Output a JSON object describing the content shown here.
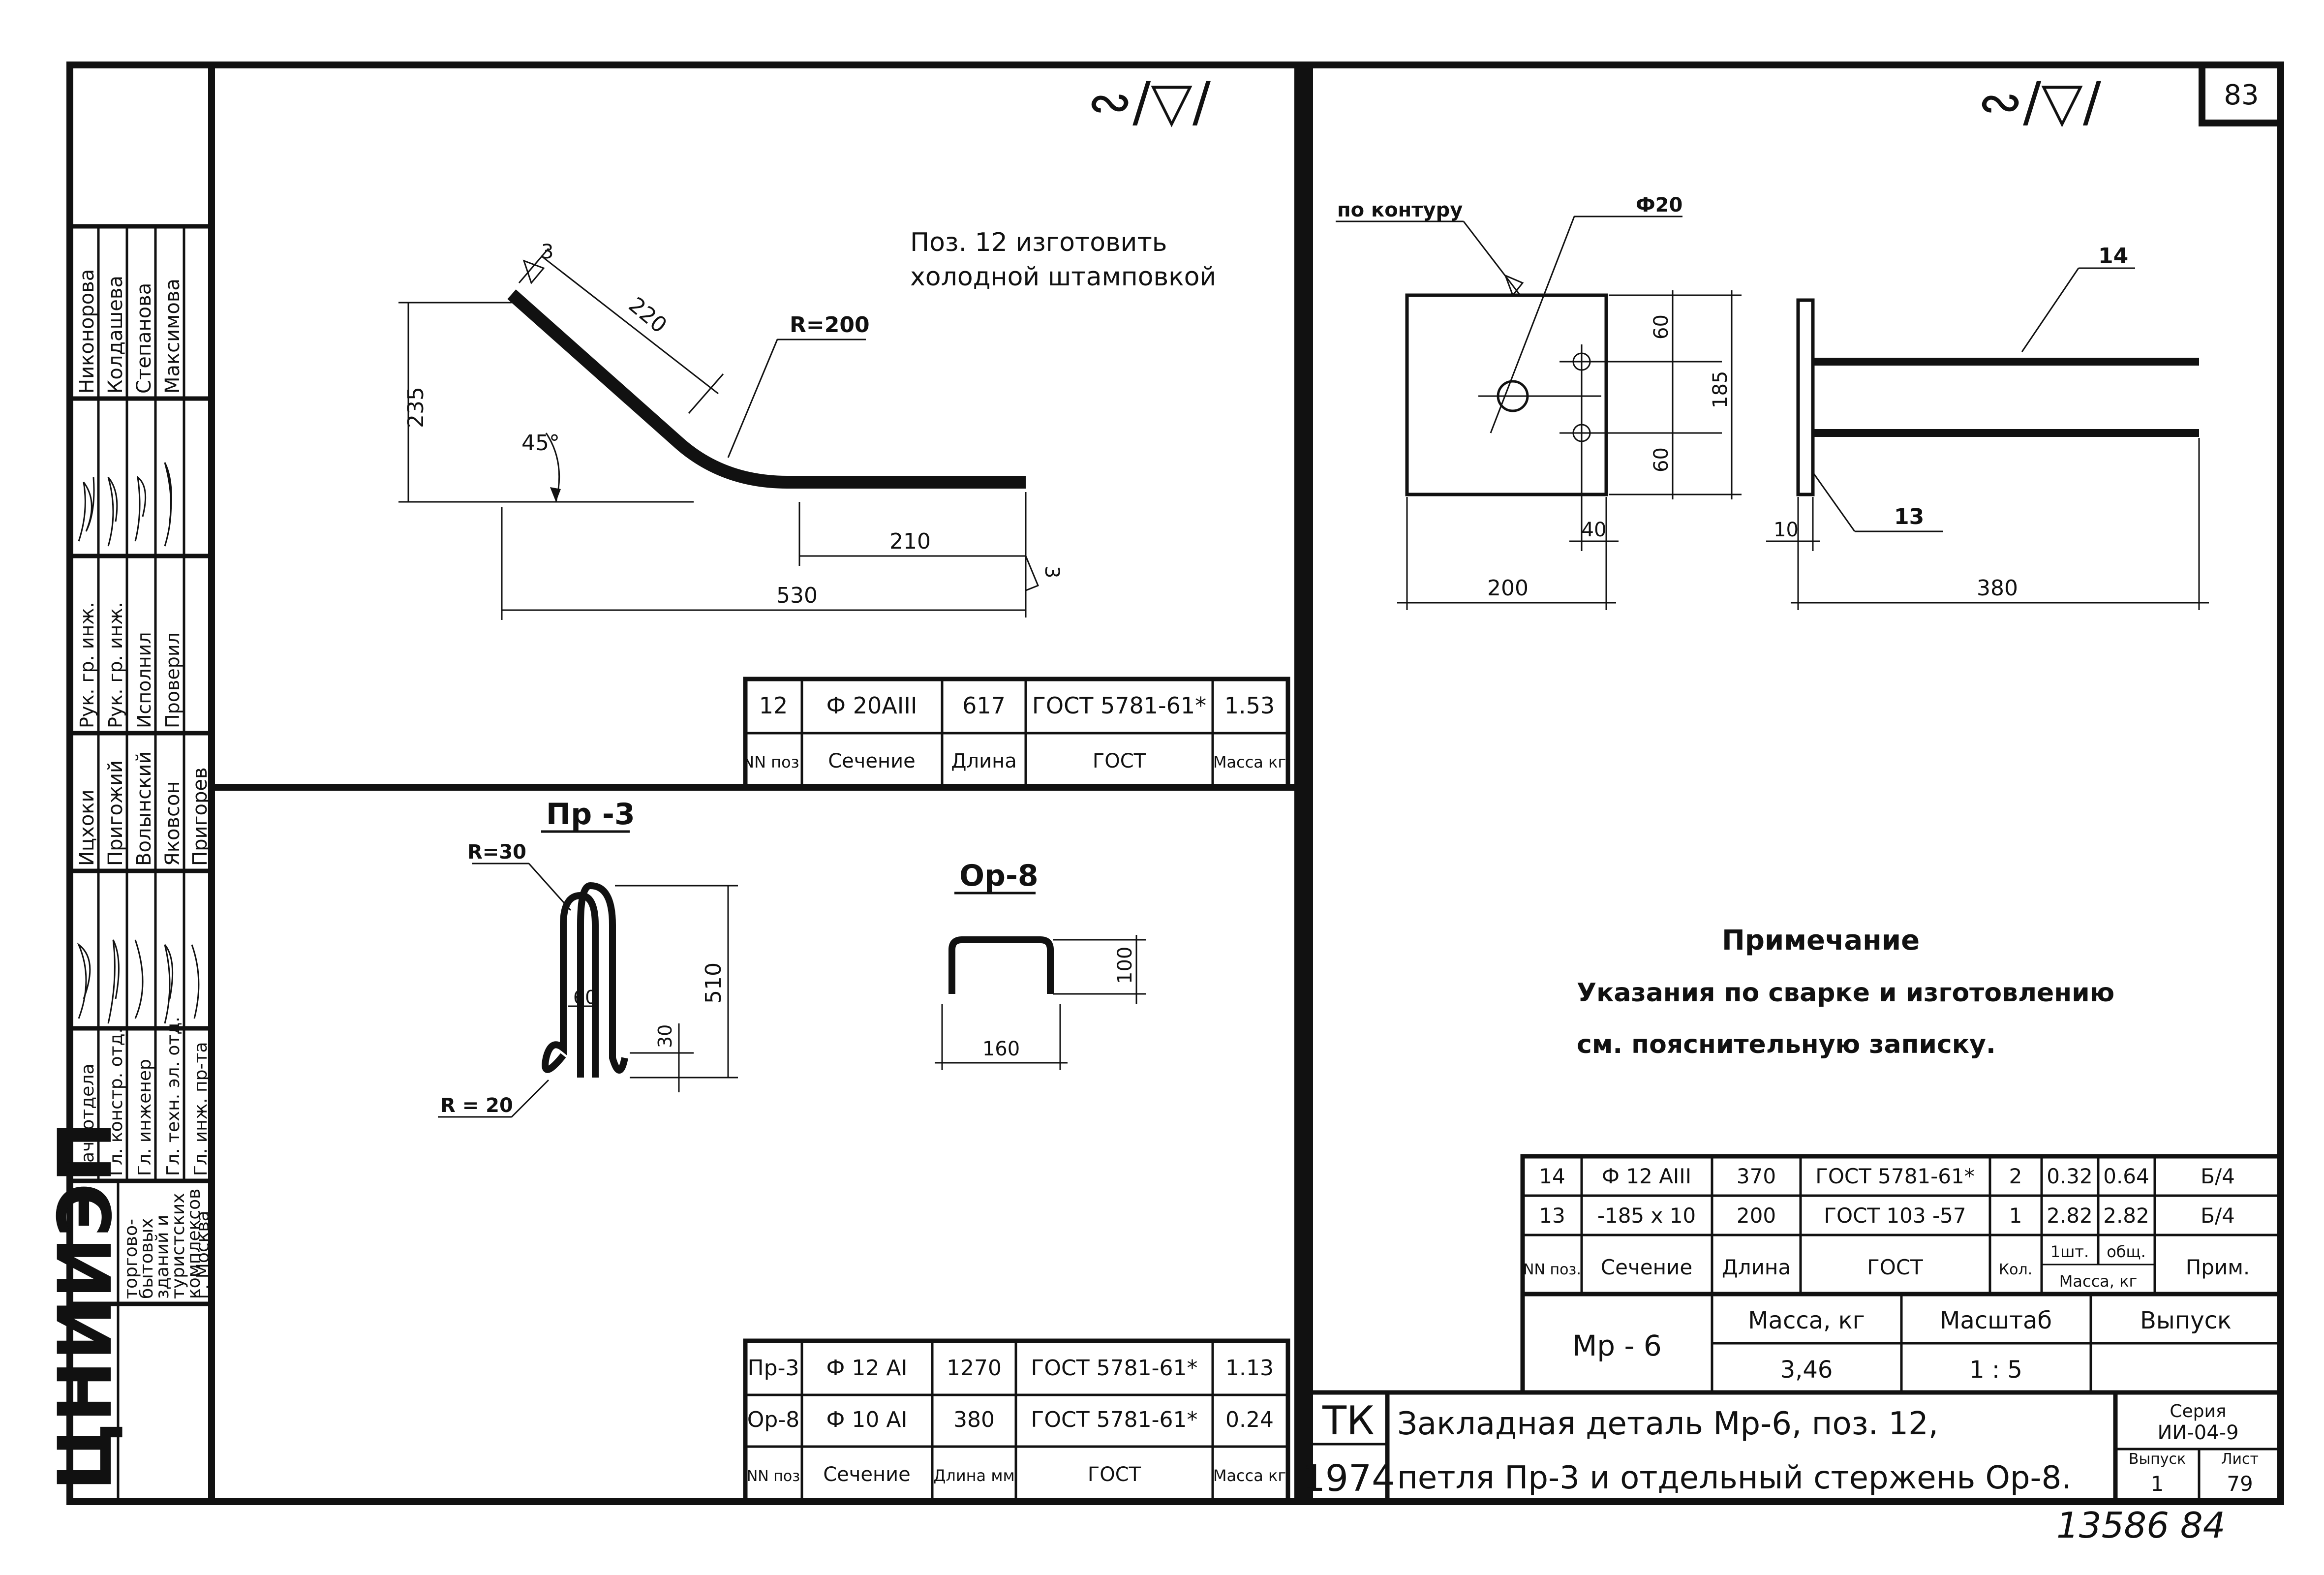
{
  "sheet_number": "83",
  "surface_marks": {
    "left": "∾/▽/",
    "right": "∾/▽/"
  },
  "org": {
    "logo": "ЦНИИЭП",
    "lines": [
      "торгово-",
      "бытовых",
      "зданий и",
      "туристских",
      "комплексов",
      "г. Москва"
    ]
  },
  "stamp": {
    "roles": [
      "Нач. отдела",
      "Гл. констр. отд.",
      "Гл. инженер",
      "Гл. техн. эл. отд.",
      "Гл. инж. пр-та"
    ],
    "names": [
      "Ицхоки",
      "Пригожий",
      "Волынский",
      "Яковсон",
      "Пригорев"
    ],
    "roles2": [
      "Рук. гр. инж.",
      "Рук. гр. инж.",
      "Исполнил",
      "Проверил"
    ],
    "names2": [
      "Никонорова",
      "Колдашева",
      "Степанова",
      "Максимова"
    ]
  },
  "part12": {
    "note_line1": "Поз. 12  изготовить",
    "note_line2": "холодной штамповкой",
    "dims": {
      "d220": "220",
      "r200": "R=200",
      "d235": "235",
      "a45": "45°",
      "d210": "210",
      "d530": "530",
      "w3a": "3",
      "w3b": "3"
    }
  },
  "table12": {
    "row": [
      "12",
      "Ф 20АIII",
      "617",
      "ГОСТ 5781-61*",
      "1.53"
    ],
    "header": [
      "NN поз.",
      "Сечение",
      "Длина",
      "ГОСТ",
      "Масса кг"
    ]
  },
  "pr3": {
    "title": "Пр -3",
    "dims": {
      "r30": "R=30",
      "d60": "60",
      "d510": "510",
      "d30": "30",
      "r20": "R = 20"
    }
  },
  "or8": {
    "title": "Ор-8",
    "dims": {
      "d100": "100",
      "d160": "160"
    }
  },
  "table_bl": {
    "rows": [
      [
        "Пр-3",
        "Ф 12 АI",
        "1270",
        "ГОСТ 5781-61*",
        "1.13"
      ],
      [
        "Ор-8",
        "Ф 10 АI",
        "380",
        "ГОСТ 5781-61*",
        "0.24"
      ]
    ],
    "header": [
      "NN поз",
      "Сечение",
      "Длина мм",
      "ГОСТ",
      "Масса кг"
    ]
  },
  "plate": {
    "weld": "по контуру",
    "hole": "Ф20",
    "d60a": "60",
    "d185": "185",
    "d60b": "60",
    "d40": "40",
    "d200": "200",
    "pos14": "14",
    "pos13": "13",
    "d10": "10",
    "d380": "380"
  },
  "note": {
    "title": "Примечание",
    "line1": "Указания по сварке и изготовлению",
    "line2": "см. пояснительную записку."
  },
  "table_br": {
    "rows": [
      [
        "14",
        "Ф 12 АIII",
        "370",
        "ГОСТ 5781-61*",
        "2",
        "0.32",
        "0.64",
        "Б/4"
      ],
      [
        "13",
        "-185 x 10",
        "200",
        "ГОСТ 103 -57",
        "1",
        "2.82",
        "2.82",
        "Б/4"
      ]
    ],
    "header": {
      "pos": "NN поз.",
      "sect": "Сечение",
      "len": "Длина",
      "gost": "ГОСТ",
      "qty": "Кол.",
      "one": "1шт.",
      "total": "общ.",
      "mass": "Масса, кг",
      "note": "Прим."
    }
  },
  "summary": {
    "name": "Мр - 6",
    "mass_label": "Масса, кг",
    "scale_label": "Масштаб",
    "issue_label": "Выпуск",
    "mass": "3,46",
    "scale": "1 : 5"
  },
  "title_block": {
    "tk": "ТК",
    "year": "1974",
    "line1": "Закладная деталь Мр-6, поз. 12,",
    "line2": "петля Пр-3 и отдельный стержень Ор-8.",
    "series_label": "Серия",
    "series": "ИИ-04-9",
    "issue_label": "Выпуск",
    "issue": "1",
    "sheet_label": "Лист",
    "sheet": "79"
  },
  "handwritten": "13586 84"
}
